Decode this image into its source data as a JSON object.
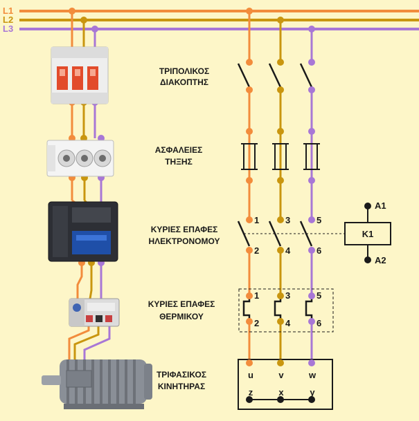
{
  "lines": [
    {
      "name": "L1",
      "color": "#f28c3c"
    },
    {
      "name": "L2",
      "color": "#c9960f"
    },
    {
      "name": "L3",
      "color": "#a877d6"
    }
  ],
  "labels": {
    "breaker": [
      "ΤΡΙΠΟΛΙΚΟΣ",
      "ΔΙΑΚΟΠΤΗΣ"
    ],
    "fuses": [
      "ΑΣΦΑΛΕΙΕΣ",
      "ΤΗΞΗΣ"
    ],
    "contactor": [
      "ΚΥΡΙΕΣ ΕΠΑΦΕΣ",
      "ΗΛΕΚΤΡΟΝΟΜΟΥ"
    ],
    "thermal": [
      "ΚΥΡΙΕΣ ΕΠΑΦΕΣ",
      "ΘΕΡΜΙΚΟΥ"
    ],
    "motor": [
      "ΤΡΙΦΑΣΙΚΟΣ",
      "ΚΙΝΗΤΗΡΑΣ"
    ]
  },
  "contact_numbers": {
    "contactor": [
      "1",
      "3",
      "5",
      "2",
      "4",
      "6"
    ],
    "thermal": [
      "1",
      "3",
      "5",
      "2",
      "4",
      "6"
    ]
  },
  "coil": {
    "name": "K1",
    "a1": "A1",
    "a2": "A2"
  },
  "motor_terminals": {
    "top": [
      "u",
      "v",
      "w"
    ],
    "bottom": [
      "z",
      "x",
      "y"
    ]
  },
  "colors": {
    "background": "#fdf6c8",
    "orange": "#f28c3c",
    "gold": "#c9960f",
    "purple": "#a877d6",
    "text_dark": "#1a1a1a"
  }
}
